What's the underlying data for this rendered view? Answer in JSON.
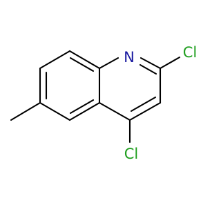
{
  "molecule": {
    "atoms": {
      "nitrogen": {
        "symbol": "N",
        "color": "#1a1aa0"
      },
      "chlorine_2": {
        "symbol": "Cl",
        "color": "#1e9e1e"
      },
      "chlorine_4": {
        "symbol": "Cl",
        "color": "#1e9e1e"
      }
    },
    "bond_color": "#000000"
  }
}
